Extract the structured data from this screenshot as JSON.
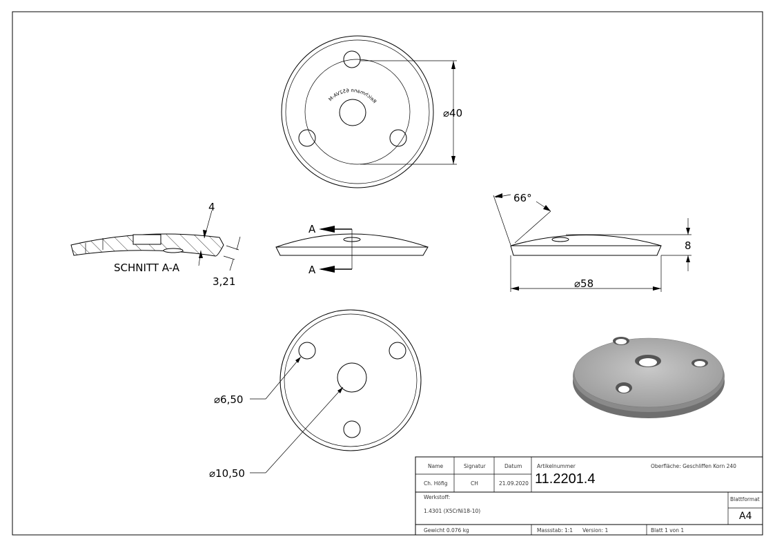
{
  "drawing": {
    "engraving_text": "Reichmann 652VA-Ms",
    "dimensions": {
      "outer_diameter_top": "⌀40",
      "thickness_section": "4",
      "section_wall": "3,21",
      "section_label": "SCHNITT A-A",
      "section_marker_top": "A",
      "section_marker_bottom": "A",
      "angle": "66°",
      "height": "8",
      "diameter": "⌀58",
      "small_hole": "⌀6,50",
      "center_hole": "⌀10,50"
    }
  },
  "title_block": {
    "name_header": "Name",
    "signatur_header": "Signatur",
    "datum_header": "Datum",
    "name_value": "Ch. Höfig",
    "signatur_value": "CH",
    "datum_value": "21.09.2020",
    "artikelnummer_label": "Artikelnummer",
    "artikelnummer_value": "11.2201.4",
    "oberflaeche": "Oberfläche:  Geschliffen Korn 240",
    "werkstoff_label": "Werkstoff:",
    "werkstoff_value": "1.4301 (X5CrNi18-10)",
    "blattformat_label": "Blattformat",
    "blattformat_value": "A4",
    "gewicht": "Gewicht 0.076 kg",
    "massstab": "Massstab: 1:1",
    "version": "Version: 1",
    "blatt": "Blatt 1 von 1"
  }
}
